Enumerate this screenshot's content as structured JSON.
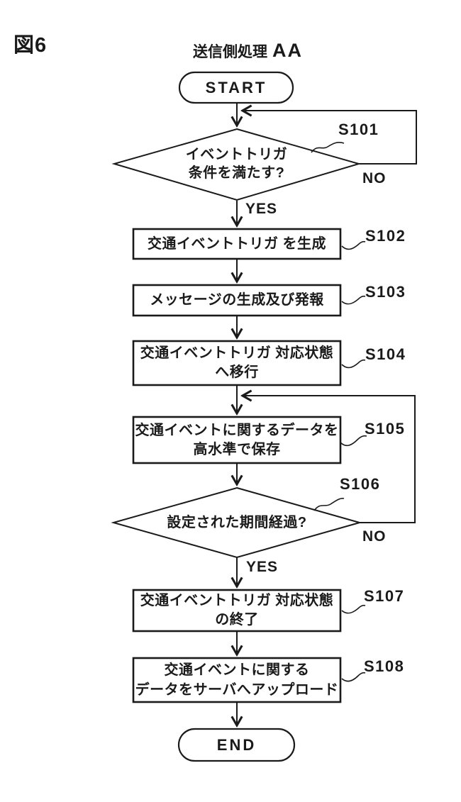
{
  "figure_label": "図6",
  "header": {
    "title": "送信側処理",
    "title_code": "AA"
  },
  "terminals": {
    "start": "START",
    "end": "END"
  },
  "nodes": [
    {
      "id": "S101",
      "type": "decision",
      "lines": [
        "イベントトリガ",
        "条件を満たす?"
      ],
      "yes_label": "YES",
      "no_label": "NO"
    },
    {
      "id": "S102",
      "type": "process",
      "lines": [
        "交通イベントトリガ を生成"
      ]
    },
    {
      "id": "S103",
      "type": "process",
      "lines": [
        "メッセージの生成及び発報"
      ]
    },
    {
      "id": "S104",
      "type": "process",
      "lines": [
        "交通イベントトリガ 対応状態",
        "へ移行"
      ]
    },
    {
      "id": "S105",
      "type": "process",
      "lines": [
        "交通イベントに関するデータを",
        "高水準で保存"
      ]
    },
    {
      "id": "S106",
      "type": "decision",
      "lines": [
        "設定された期間経過?"
      ],
      "yes_label": "YES",
      "no_label": "NO"
    },
    {
      "id": "S107",
      "type": "process",
      "lines": [
        "交通イベントトリガ 対応状態",
        "の終了"
      ]
    },
    {
      "id": "S108",
      "type": "process",
      "lines": [
        "交通イベントに関する",
        "データをサーバへアップロード"
      ]
    }
  ],
  "ink_color": "#1a1a1a"
}
